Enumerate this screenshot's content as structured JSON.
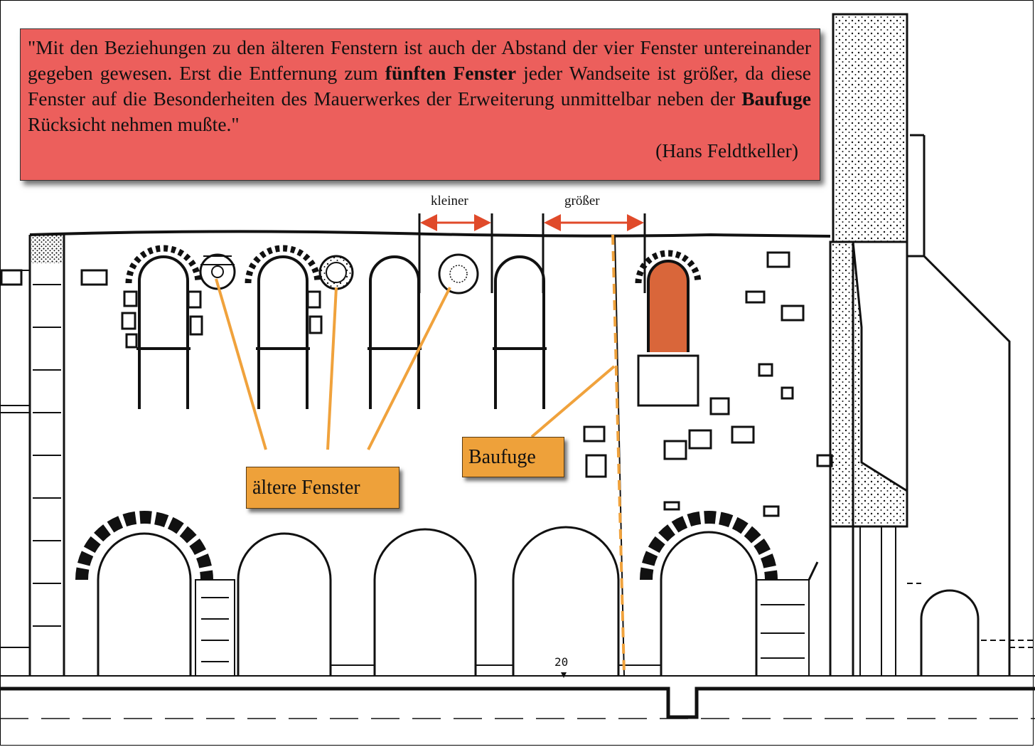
{
  "quote": {
    "part1": "\"Mit den Beziehungen zu den älteren Fenstern ist auch der Abstand der vier Fenster untereinander gegeben gewesen. Erst die Entfernung zum ",
    "bold1": "fünften Fenster",
    "part2": " jeder Wandseite ist größer, da diese Fenster auf die Besonderheiten des Mauerwerkes der Erweiterung unmittelbar neben der ",
    "bold2": "Baufuge",
    "part3": " Rücksicht nehmen mußte.\"",
    "author": "(Hans Feldtkeller)"
  },
  "dimensions": {
    "smaller": "kleiner",
    "larger": "größer"
  },
  "labels": {
    "older_windows": "ältere Fenster",
    "joint": "Baufuge"
  },
  "drawing_mark": "20",
  "colors": {
    "quote_background": "#ec5f5c",
    "label_background": "#eea13a",
    "leader_lines": "#f0a23c",
    "dimension_arrows": "#e04a2a",
    "fifth_window_fill": "#d9663a",
    "ink": "#111111"
  }
}
